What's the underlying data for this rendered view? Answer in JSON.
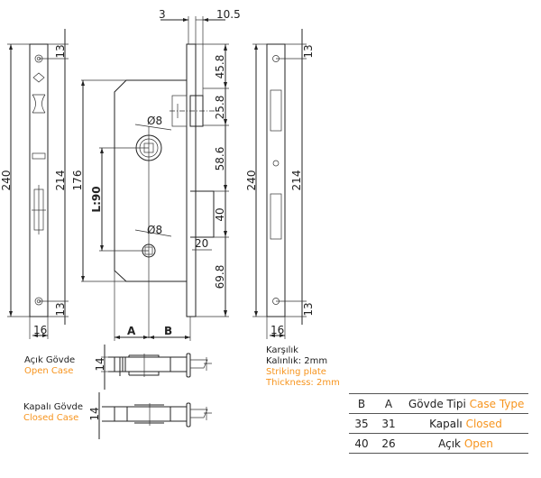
{
  "dimensions": {
    "top_left": "3",
    "top_right": "10.5",
    "plate_height": "240",
    "plate_hole_span": "214",
    "plate_edge_top": "13",
    "plate_edge_bottom": "13",
    "plate_width": "16",
    "body_height": "176",
    "center_distance": "L:90",
    "spindle_diameter": "Ø8",
    "cylinder_diameter": "Ø8",
    "right_1": "45.8",
    "right_2": "25.8",
    "right_3": "58.6",
    "right_4": "40",
    "right_5": "69.8",
    "bolt_width": "20",
    "backset_a": "A",
    "backset_b": "B",
    "case_thickness_open": "14",
    "case_thickness_closed": "14",
    "strike_height": "240",
    "strike_hole_span": "214",
    "strike_edge_top": "13",
    "strike_edge_bottom": "13",
    "strike_width": "16"
  },
  "labels": {
    "open_case_tr": "Açık Gövde",
    "open_case_en": "Open Case",
    "closed_case_tr": "Kapalı Gövde",
    "closed_case_en": "Closed Case",
    "strike_tr_1": "Karşılık",
    "strike_tr_2": "Kalınlık: 2mm",
    "strike_en_1": "Striking plate",
    "strike_en_2": "Thickness: 2mm"
  },
  "table": {
    "headers": {
      "b": "B",
      "a": "A",
      "type_tr": "Gövde Tipi",
      "type_en": "Case Type"
    },
    "rows": [
      {
        "b": "35",
        "a": "31",
        "type_tr": "Kapalı",
        "type_en": "Closed"
      },
      {
        "b": "40",
        "a": "26",
        "type_tr": "Açık",
        "type_en": "Open"
      }
    ]
  },
  "colors": {
    "accent": "#f7941d",
    "line": "#222222"
  }
}
